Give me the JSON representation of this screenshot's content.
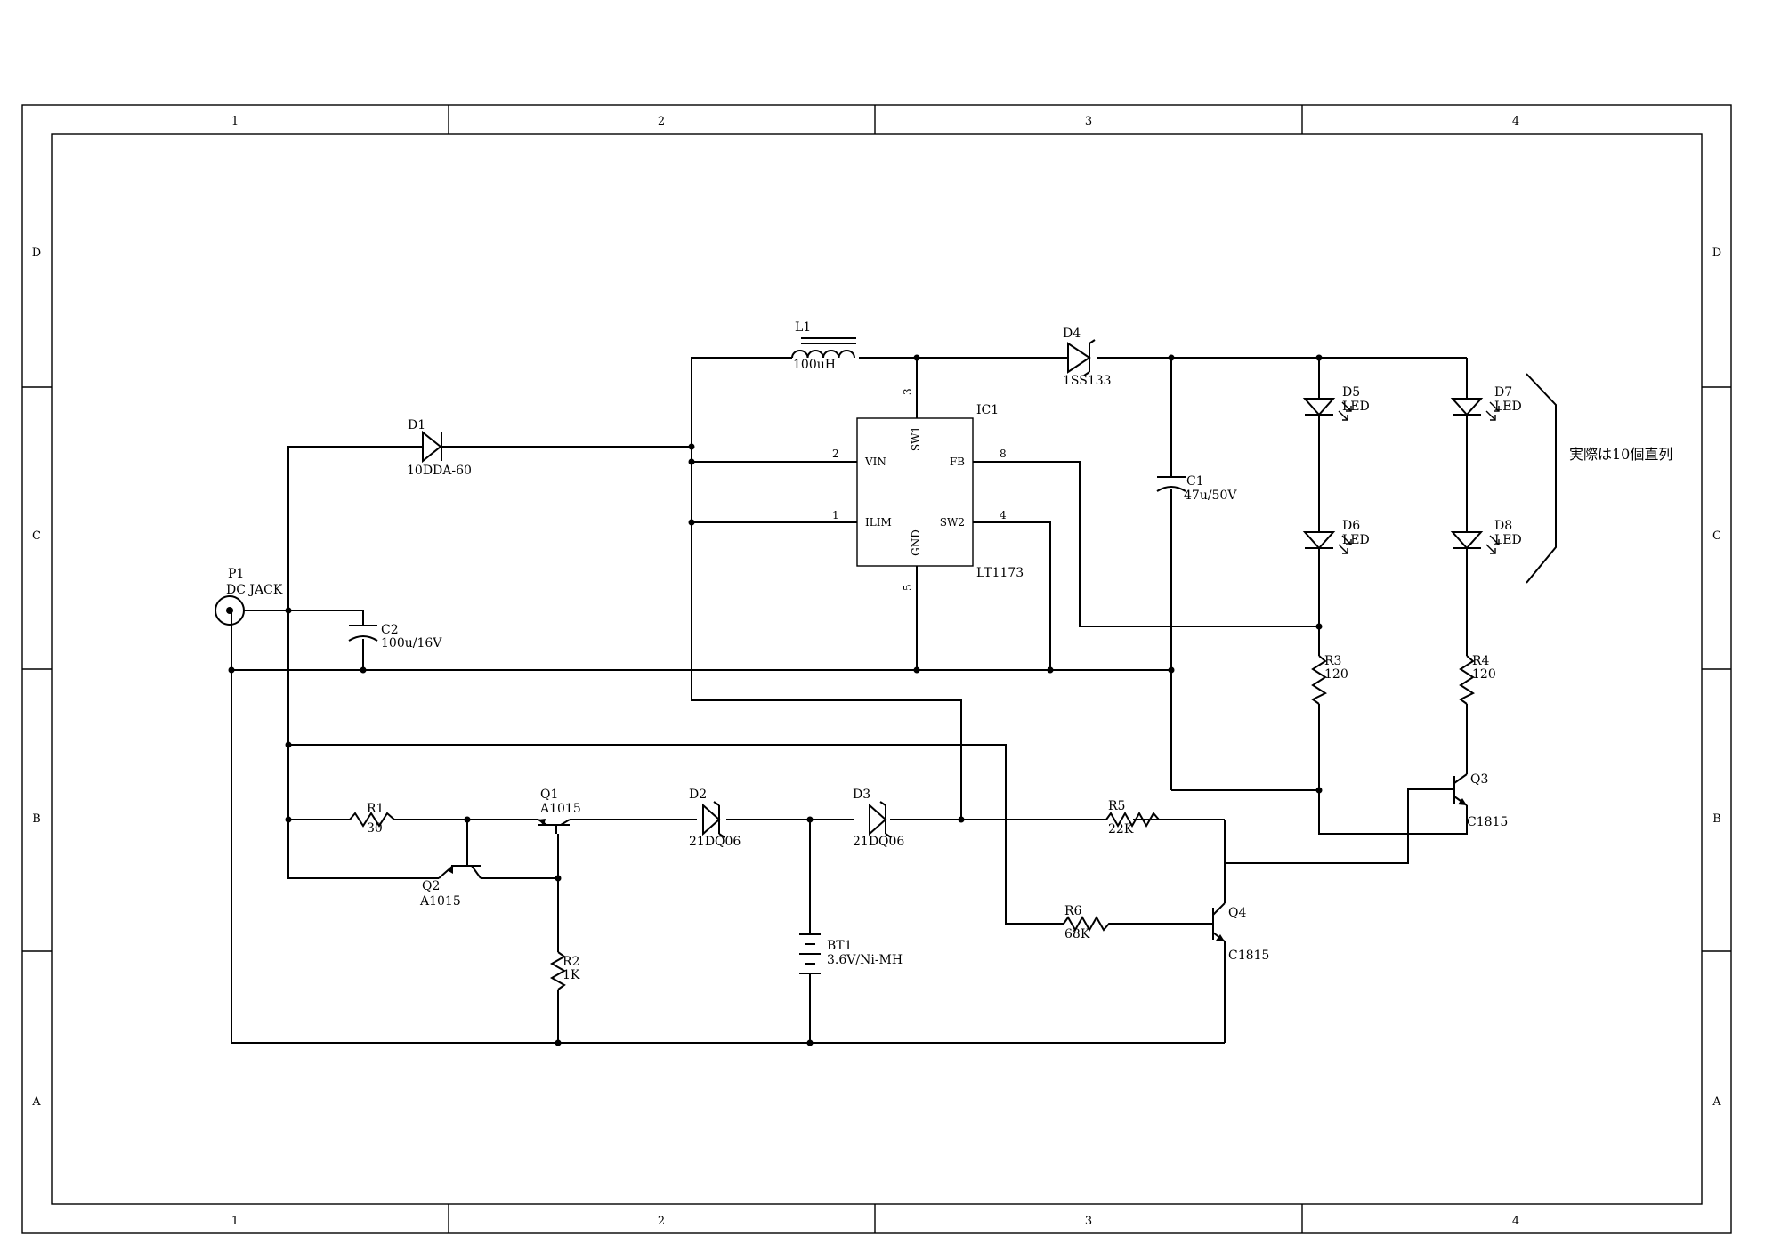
{
  "frame": {
    "columns": [
      "1",
      "2",
      "3",
      "4"
    ],
    "rows": [
      "D",
      "C",
      "B",
      "A"
    ]
  },
  "parts": {
    "L1": {
      "ref": "L1",
      "value": "100uH"
    },
    "D4": {
      "ref": "D4",
      "value": "1SS133"
    },
    "D1": {
      "ref": "D1",
      "value": "10DDA-60"
    },
    "IC1": {
      "ref": "IC1",
      "value": "LT1173"
    },
    "C1": {
      "ref": "C1",
      "value": "47u/50V"
    },
    "C2": {
      "ref": "C2",
      "value": "100u/16V"
    },
    "P1": {
      "ref": "P1",
      "value": "DC JACK"
    },
    "D5": {
      "ref": "D5",
      "value": "LED"
    },
    "D6": {
      "ref": "D6",
      "value": "LED"
    },
    "D7": {
      "ref": "D7",
      "value": "LED"
    },
    "D8": {
      "ref": "D8",
      "value": "LED"
    },
    "R3": {
      "ref": "R3",
      "value": "120"
    },
    "R4": {
      "ref": "R4",
      "value": "120"
    },
    "Q3": {
      "ref": "Q3",
      "value": "C1815"
    },
    "R1": {
      "ref": "R1",
      "value": "30"
    },
    "Q1": {
      "ref": "Q1",
      "value": "A1015"
    },
    "Q2": {
      "ref": "Q2",
      "value": "A1015"
    },
    "D2": {
      "ref": "D2",
      "value": "21DQ06"
    },
    "D3": {
      "ref": "D3",
      "value": "21DQ06"
    },
    "R5": {
      "ref": "R5",
      "value": "22K"
    },
    "R6": {
      "ref": "R6",
      "value": "68K"
    },
    "Q4": {
      "ref": "Q4",
      "value": "C1815"
    },
    "R2": {
      "ref": "R2",
      "value": "1K"
    },
    "BT1": {
      "ref": "BT1",
      "value": "3.6V/Ni-MH"
    }
  },
  "ic_pins": {
    "vin": "VIN",
    "ilim": "ILIM",
    "fb": "FB",
    "sw2": "SW2",
    "sw1": "SW1",
    "gnd": "GND",
    "n_vin": "2",
    "n_ilim": "1",
    "n_fb": "8",
    "n_sw2": "4",
    "n_sw1": "3",
    "n_gnd": "5"
  },
  "note": "実際は10個直列"
}
